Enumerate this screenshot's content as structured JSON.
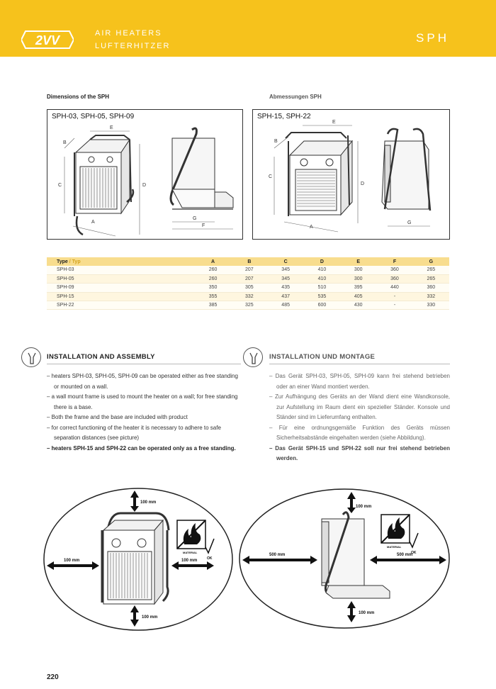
{
  "header": {
    "logo_text": "2VV",
    "title_en": "AIR HEATERS",
    "title_de": "LUFTERHITZER",
    "product_code": "SPH",
    "color": "#f6c21c"
  },
  "dimensions": {
    "caption_en": "Dimensions of the SPH",
    "caption_de": "Abmessungen SPH",
    "box1_label": "SPH-03, SPH-05, SPH-09",
    "box2_label": "SPH-15, SPH-22",
    "letters": {
      "a": "A",
      "b": "B",
      "c": "C",
      "d": "D",
      "e": "E",
      "f": "F",
      "g": "G"
    }
  },
  "table": {
    "type_label": "Type",
    "type_sep": " / ",
    "type_label_de": "Typ",
    "columns": [
      "A",
      "B",
      "C",
      "D",
      "E",
      "F",
      "G"
    ],
    "rows": [
      [
        "SPH-03",
        "260",
        "207",
        "345",
        "410",
        "300",
        "360",
        "265"
      ],
      [
        "SPH-05",
        "260",
        "207",
        "345",
        "410",
        "300",
        "360",
        "265"
      ],
      [
        "SPH-09",
        "350",
        "305",
        "435",
        "510",
        "395",
        "440",
        "360"
      ],
      [
        "SPH-15",
        "355",
        "332",
        "437",
        "535",
        "405",
        "-",
        "332"
      ],
      [
        "SPH-22",
        "385",
        "325",
        "485",
        "600",
        "430",
        "-",
        "330"
      ]
    ]
  },
  "installation_en": {
    "title": "INSTALLATION AND ASSEMBLY",
    "items": [
      {
        "text": "– heaters SPH-03, SPH-05, SPH-09 can be operated either as free standing or mounted on a wall.",
        "bold": false
      },
      {
        "text": "– a wall mount frame is used to mount the heater on a wall; for free standing there is a base.",
        "bold": false
      },
      {
        "text": "– Both the frame and the base are included with product",
        "bold": false
      },
      {
        "text": "– for correct functioning of the heater it is necessary to adhere to safe separation distances (see picture)",
        "bold": false
      },
      {
        "text": "– heaters SPH-15 and SPH-22 can be operated only as a free standing.",
        "bold": true
      }
    ]
  },
  "installation_de": {
    "title": "INSTALLATION UND MONTAGE",
    "items": [
      {
        "text": "– Das Gerät SPH-03, SPH-05, SPH-09 kann frei stehend betrieben oder an einer Wand montiert werden.",
        "bold": false
      },
      {
        "text": "– Zur Aufhängung des Geräts an der Wand dient eine Wandkonsole, zur Aufstellung im Raum dient ein spezieller Ständer. Konsole und Ständer sind im Lieferumfang enthalten.",
        "bold": false
      },
      {
        "text": "– Für eine ordnungsgemäße Funktion des Geräts müssen Sicherheitsabstände eingehalten werden (siehe Abbildung).",
        "bold": false
      },
      {
        "text": "– Das Gerät SPH-15 und SPH-22 soll nur frei stehend betrieben werden.",
        "bold": true
      }
    ]
  },
  "clearance_1": {
    "top": "100 mm",
    "left": "100 mm",
    "right": "100 mm",
    "bottom": "100 mm",
    "material": "MATERIAL",
    "ok": "OK"
  },
  "clearance_2": {
    "top": "100 mm",
    "left": "500 mm",
    "right": "500 mm",
    "bottom": "100 mm",
    "material": "MATERIAL",
    "ok": "OK"
  },
  "page_number": "220"
}
